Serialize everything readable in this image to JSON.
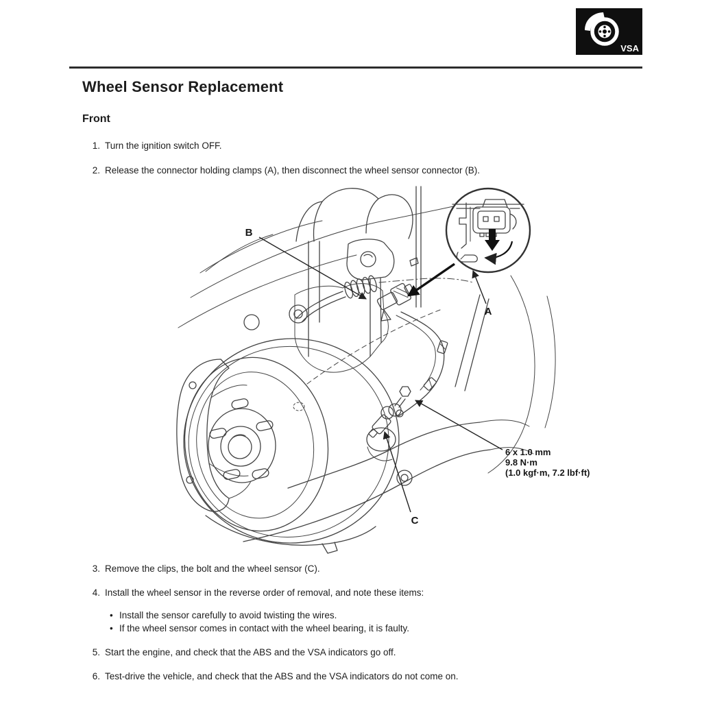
{
  "badge": {
    "label": "VSA",
    "icon": "brake-disc-icon"
  },
  "header": {
    "title": "Wheel Sensor Replacement",
    "section": "Front"
  },
  "steps": [
    {
      "num": "1.",
      "text": "Turn the ignition switch OFF."
    },
    {
      "num": "2.",
      "text": "Release the connector holding clamps (A), then disconnect the wheel sensor connector (B)."
    },
    {
      "num": "3.",
      "text": "Remove the clips, the bolt and the wheel sensor (C)."
    },
    {
      "num": "4.",
      "text": "Install the wheel sensor in the reverse order of removal, and note these items:"
    },
    {
      "num": "5.",
      "text": "Start the engine, and check that the ABS and the VSA indicators go off."
    },
    {
      "num": "6.",
      "text": "Test-drive the vehicle, and check that the ABS and the VSA indicators do not come on."
    }
  ],
  "bullet_char": "•",
  "bullets": [
    "Install the sensor carefully to avoid twisting the wires.",
    "If the wheel sensor comes in contact with the wheel bearing, it is faulty."
  ],
  "figure": {
    "label_a": "A",
    "label_b": "B",
    "label_c": "C",
    "torque": {
      "line1": "6 x 1.0 mm",
      "line2": "9.8 N·m",
      "line3": "(1.0 kgf·m, 7.2 lbf·ft)"
    }
  },
  "colors": {
    "ink": "#1c1c1c",
    "line": "#434343",
    "badge_bg": "#0f0f0f",
    "badge_fg": "#ffffff"
  }
}
